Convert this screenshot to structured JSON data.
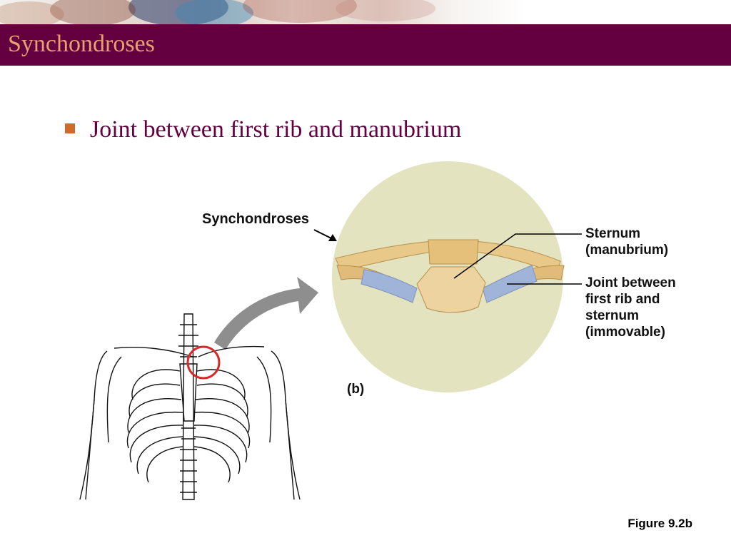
{
  "slide": {
    "title": "Synchondroses",
    "bullets": [
      "Joint between first rib and manubrium"
    ]
  },
  "figure": {
    "callout_label": "Synchondroses",
    "panel_label": "(b)",
    "labels": {
      "sternum_line1": "Sternum",
      "sternum_line2": "(manubrium)",
      "joint_line1": "Joint between",
      "joint_line2": "first rib and",
      "joint_line3": "sternum",
      "joint_line4": "(immovable)"
    },
    "caption": "Figure 9.2b"
  },
  "colors": {
    "title_bar": "#650040",
    "title_text": "#e8a070",
    "bullet_text": "#650040",
    "bullet_marker": "#d06a2a",
    "circle_bg": "#e3e3c0",
    "bone": "#e8c98a",
    "cartilage": "#9fb4d8",
    "highlight_ring": "#d8282a"
  }
}
